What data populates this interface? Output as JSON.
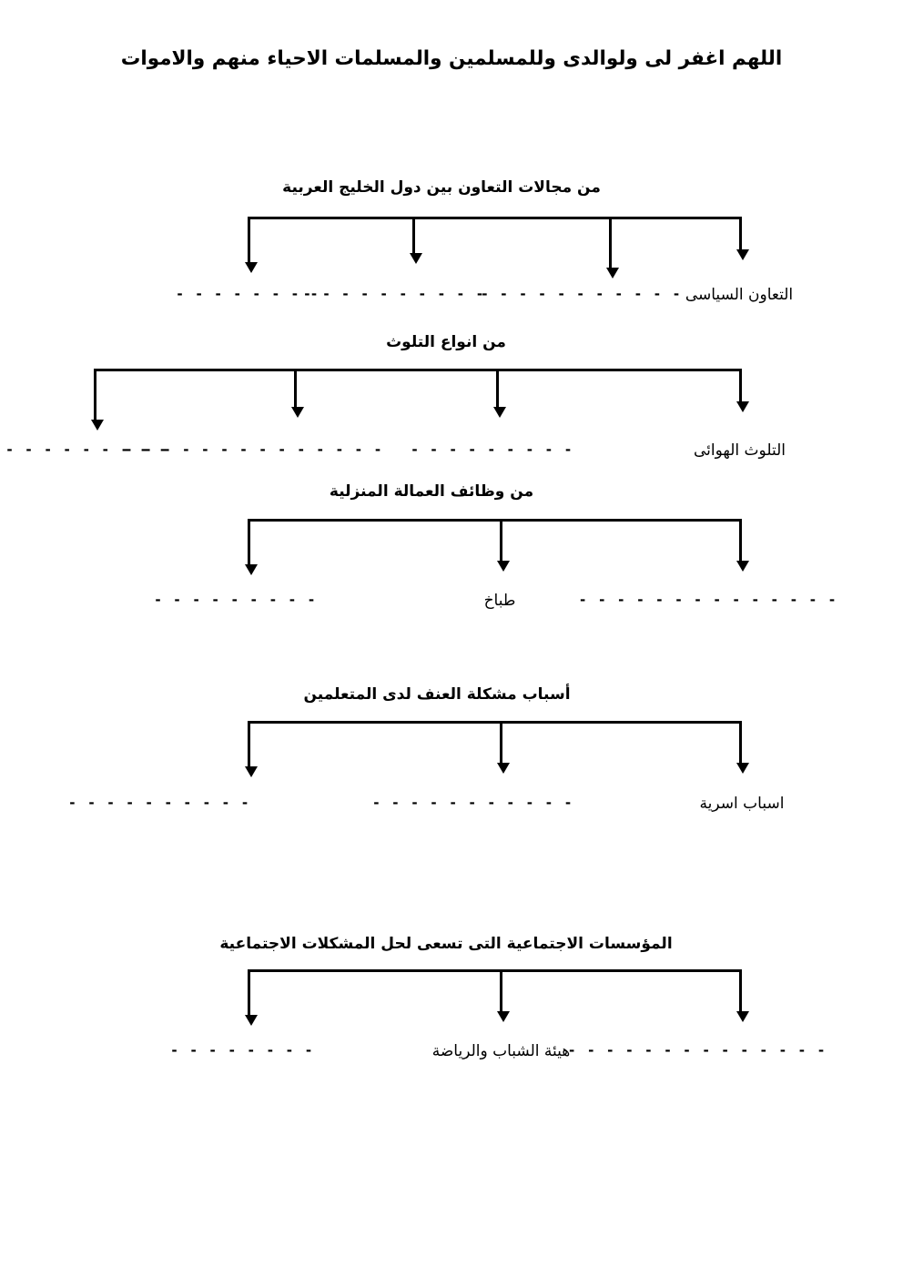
{
  "document": {
    "title": "اللهم اغفر لى ولوالدى وللمسلمين والمسلمات الاحياء منهم والاموات",
    "language": "ar",
    "direction": "rtl",
    "ink_color": "#000000",
    "paper_color": "#ffffff"
  },
  "diagrams": [
    {
      "id": "gulf-cooperation",
      "heading": "من مجالات التعاون بين دول الخليج العربية",
      "branch_count": 4,
      "leaves": [
        {
          "text": "- - - - - - - -",
          "kind": "blank"
        },
        {
          "text": "- - - - - - - - - -",
          "kind": "blank"
        },
        {
          "text": "- - - - - - - - - - -",
          "kind": "blank"
        },
        {
          "text": "التعاون السياسى",
          "kind": "filled"
        }
      ]
    },
    {
      "id": "pollution-types",
      "heading": "من انواع التلوث",
      "branch_count": 4,
      "leaves": [
        {
          "text": "- - - - - - - - - -",
          "kind": "blank"
        },
        {
          "text": "- - - - - - - - - - - - - -",
          "kind": "blank"
        },
        {
          "text": "- - - - - - - - -",
          "kind": "blank"
        },
        {
          "text": "التلوث الهوائى",
          "kind": "filled"
        }
      ]
    },
    {
      "id": "domestic-labour-jobs",
      "heading": "من وظائف العمالة المنزلية",
      "branch_count": 3,
      "leaves": [
        {
          "text": "- - - - - - - - -",
          "kind": "blank"
        },
        {
          "text": "طباخ",
          "kind": "filled"
        },
        {
          "text": "- - - - - - - - - - - - - -",
          "kind": "blank"
        }
      ]
    },
    {
      "id": "violence-causes",
      "heading": "أسباب مشكلة العنف لدى المتعلمين",
      "branch_count": 3,
      "leaves": [
        {
          "text": "- - - - - - - - - -",
          "kind": "blank"
        },
        {
          "text": "- - - - - - - - - - -",
          "kind": "blank"
        },
        {
          "text": "اسباب اسرية",
          "kind": "filled"
        }
      ]
    },
    {
      "id": "social-institutions",
      "heading": "المؤسسات الاجتماعية التى تسعى لحل المشكلات الاجتماعية",
      "branch_count": 3,
      "leaves": [
        {
          "text": "- - - - - - - -",
          "kind": "blank"
        },
        {
          "text": "هيئة الشباب والرياضة",
          "kind": "filled"
        },
        {
          "text": "- - - - - - - - - - - - - -",
          "kind": "blank"
        }
      ]
    }
  ]
}
